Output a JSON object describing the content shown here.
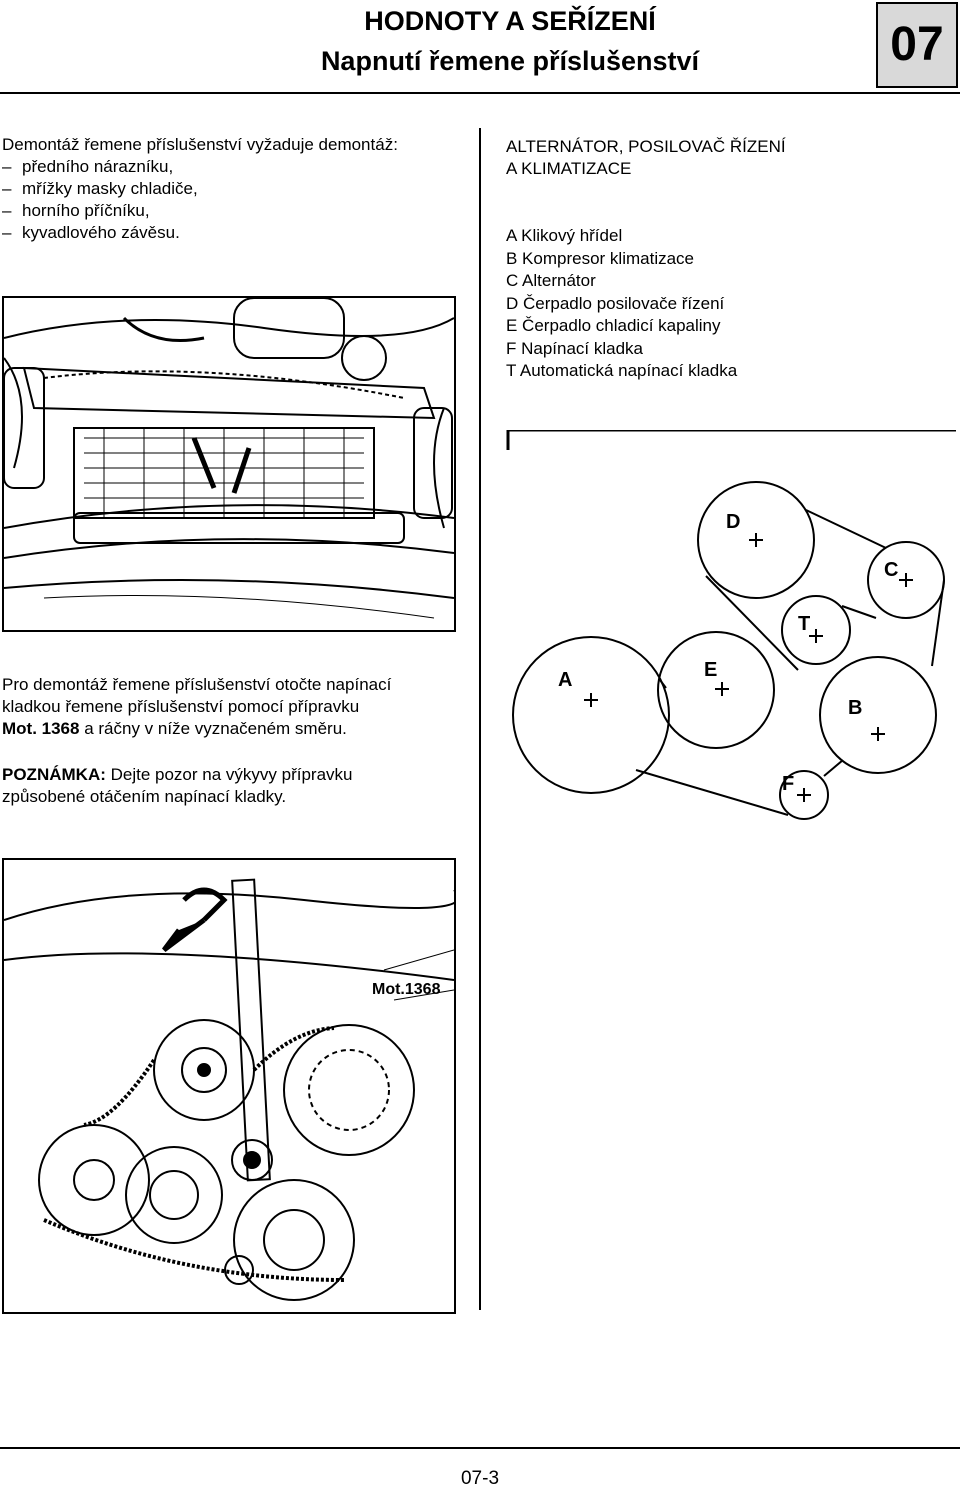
{
  "header": {
    "title": "HODNOTY A SEŘÍZENÍ",
    "subtitle": "Napnutí řemene příslušenství",
    "chapter": "07"
  },
  "left": {
    "intro": "Demontáž řemene příslušenství vyžaduje demontáž:",
    "removal_items": [
      "předního nárazníku,",
      "mřížky masky chladiče,",
      "horního příčníku,",
      "kyvadlového závěsu."
    ],
    "instruction_1": "Pro demontáž řemene příslušenství otočte napínací",
    "instruction_2": "kladkou řemene příslušenství pomocí přípravku",
    "instruction_3_bold": "Mot. 1368",
    "instruction_3_rest": " a ráčny v níže vyznačeném směru.",
    "note_label": "POZNÁMKA:",
    "note_text_1": " Dejte pozor na výkyvy přípravku",
    "note_text_2": "způsobené otáčením napínací kladky.",
    "tool_label": "Mot.1368"
  },
  "right": {
    "heading_1": "ALTERNÁTOR, POSILOVAČ ŘÍZENÍ",
    "heading_2": "A KLIMATIZACE",
    "legend": [
      "A Klikový hřídel",
      "B Kompresor klimatizace",
      "C Alternátor",
      "D Čerpadlo posilovače řízení",
      "E Čerpadlo chladicí kapaliny",
      "F Napínací kladka",
      "T Automatická napínací kladka"
    ],
    "pulley_labels": {
      "a": "A",
      "b": "B",
      "c": "C",
      "d": "D",
      "e": "E",
      "f": "F",
      "t": "T"
    }
  },
  "footer": {
    "page_number": "07-3"
  }
}
